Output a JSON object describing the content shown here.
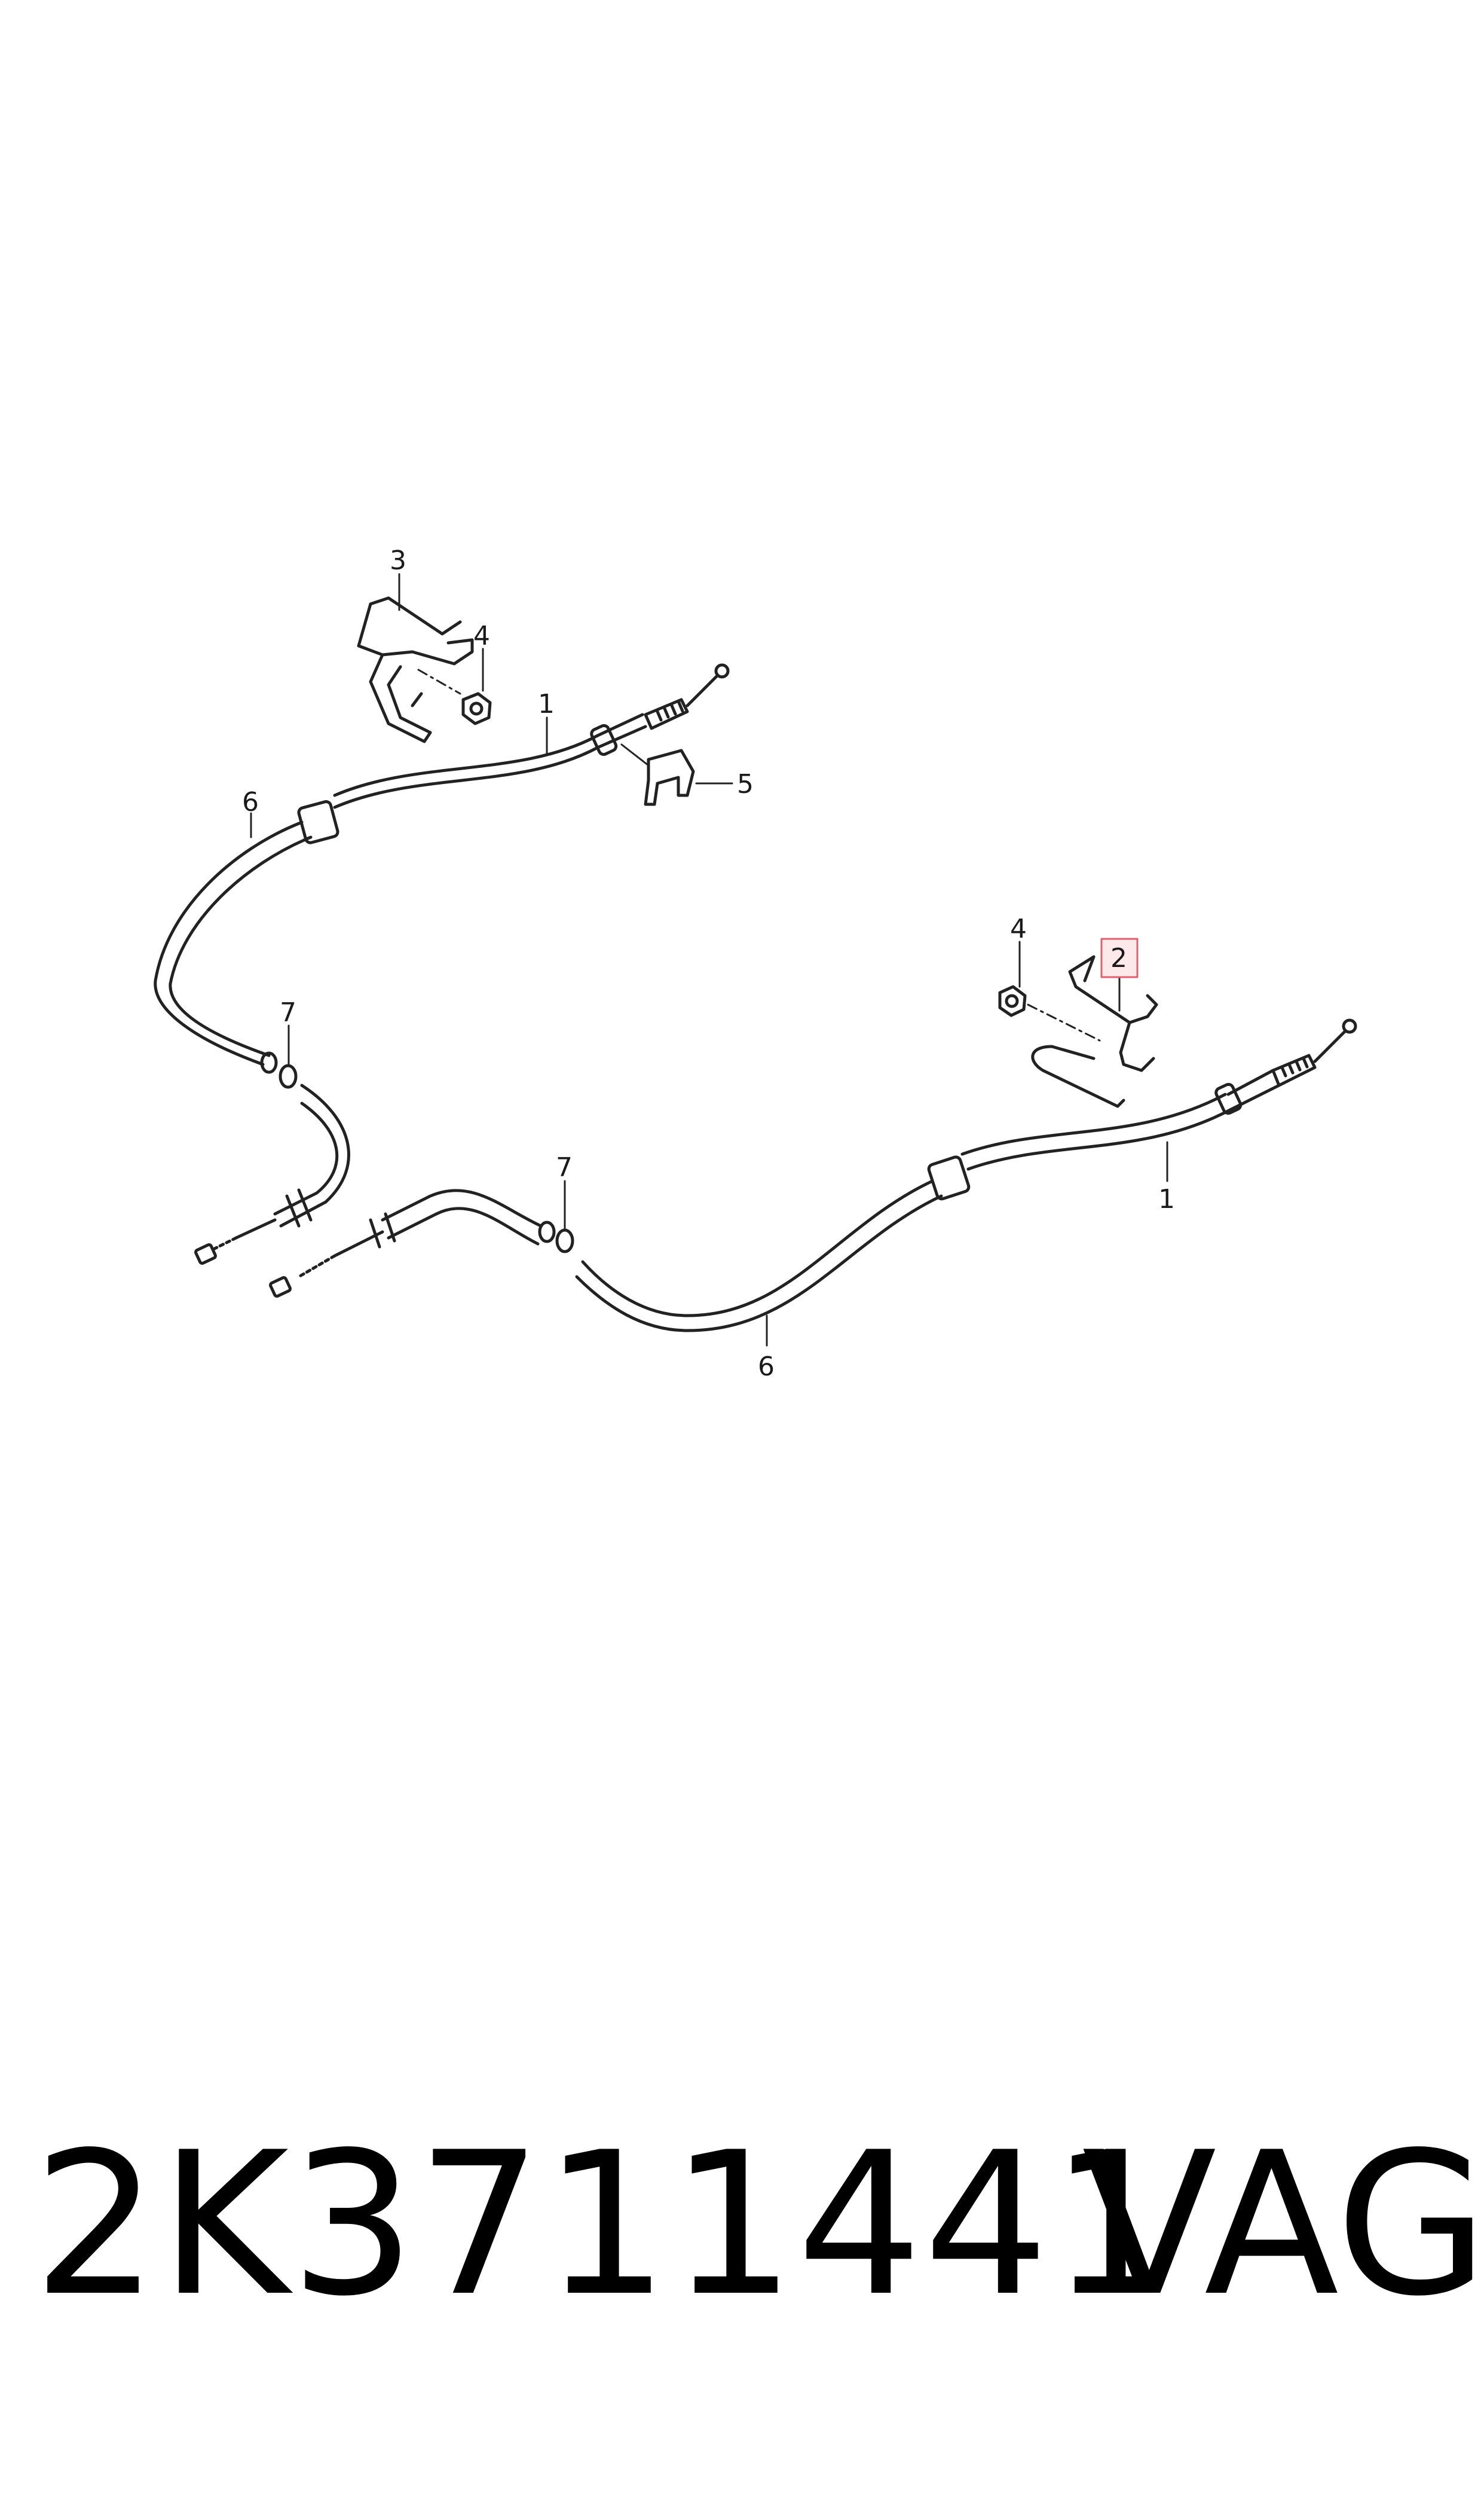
{
  "callouts": {
    "upper": {
      "c3": "3",
      "c4": "4",
      "c1": "1",
      "c5": "5",
      "c6": "6",
      "c7": "7"
    },
    "lower": {
      "c4": "4",
      "c2": "2",
      "c1": "1",
      "c6": "6",
      "c7": "7"
    }
  },
  "highlight_color": "#e06070",
  "footer": {
    "part_number": "2K3711441",
    "brand": "VAG"
  }
}
